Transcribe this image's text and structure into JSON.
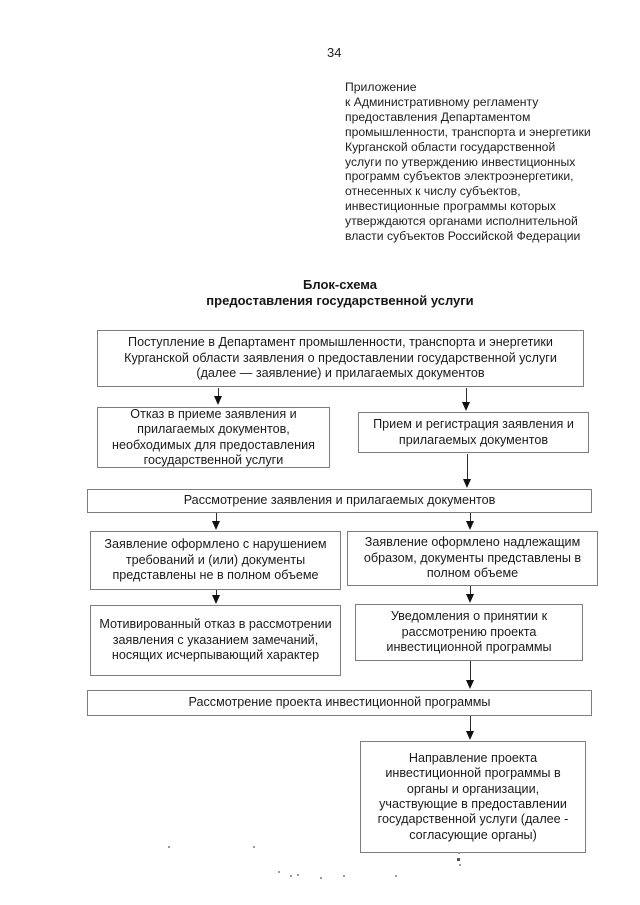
{
  "page": {
    "number": "34"
  },
  "appendix": {
    "text": "Приложение\nк Административному регламенту\nпредоставления Департаментом\nпромышленности, транспорта и энергетики\nКурганской области государственной\nуслуги по утверждению инвестиционных\nпрограмм субъектов электроэнергетики,\nотнесенных к числу субъектов,\nинвестиционные программы которых\nутверждаются органами исполнительной\nвласти субъектов Российской Федерации"
  },
  "title": {
    "text": "Блок-схема\nпредоставления государственной услуги"
  },
  "flowchart": {
    "boxes": [
      {
        "id": "box-receipt",
        "text": "Поступление в Департамент промышленности, транспорта и энергетики Курганской области заявления о предоставлении государственной услуги (далее — заявление) и прилагаемых документов"
      },
      {
        "id": "box-refusal-accept",
        "text": "Отказ в приеме заявления и прилагаемых документов, необходимых для предоставления государственной услуги"
      },
      {
        "id": "box-accept-register",
        "text": "Прием и регистрация заявления и прилагаемых документов"
      },
      {
        "id": "box-review-application",
        "text": "Рассмотрение заявления и прилагаемых документов"
      },
      {
        "id": "box-improper",
        "text": "Заявление оформлено с нарушением требований и (или) документы представлены не в полном объеме"
      },
      {
        "id": "box-proper",
        "text": "Заявление оформлено надлежащим образом, документы представлены в полном объеме"
      },
      {
        "id": "box-motivated-refusal",
        "text": "Мотивированный отказ в рассмотрении заявления с указанием замечаний, носящих исчерпывающий характер"
      },
      {
        "id": "box-acceptance-notice",
        "text": "Уведомления о принятии к рассмотрению проекта инвестиционной программы"
      },
      {
        "id": "box-review-program",
        "text": "Рассмотрение проекта инвестиционной программы"
      },
      {
        "id": "box-send-program",
        "text": "Направление проекта инвестиционной программы в органы и организации, участвующие в предоставлении государственной услуги (далее - согласующие органы)"
      }
    ]
  },
  "colors": {
    "ink": "#1e1e1e",
    "box_border": "#7d7d7d",
    "arrow": "#111111",
    "paper": "#ffffff"
  }
}
